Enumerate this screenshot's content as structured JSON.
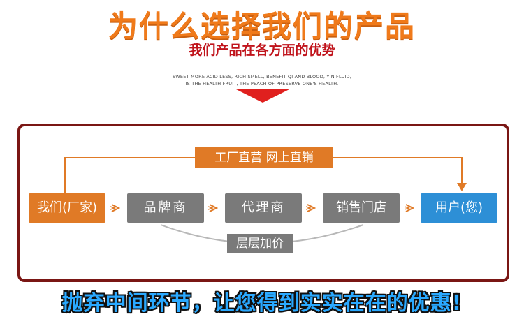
{
  "header": {
    "title": "为什么选择我们的产品",
    "subtitle": "我们产品在各方面的优势",
    "english_line1": "SWEET MORE ACID LESS, RICH SMELL, BENEFIT QI AND BLOOD, YIN FLUID,",
    "english_line2": "IS THE HEALTH FRUIT, THE PEACH OF PRESERVE ONE'S HEALTH."
  },
  "diagram": {
    "top_label": "工厂直营 网上直销",
    "bottom_label": "层层加价",
    "nodes": [
      {
        "label": "我们(厂家)"
      },
      {
        "label": "品牌商"
      },
      {
        "label": "代理商"
      },
      {
        "label": "销售门店"
      },
      {
        "label": "用户(您)"
      }
    ]
  },
  "slogan": "抛弃中间环节，让您得到实实在在的优惠!",
  "colors": {
    "title": "#f07a1a",
    "subtitle": "#c0141c",
    "frame": "#7a1614",
    "orange": "#e07a26",
    "gray": "#7a7a7a",
    "blue": "#2d8fd6",
    "slogan": "#2aa9ff"
  }
}
